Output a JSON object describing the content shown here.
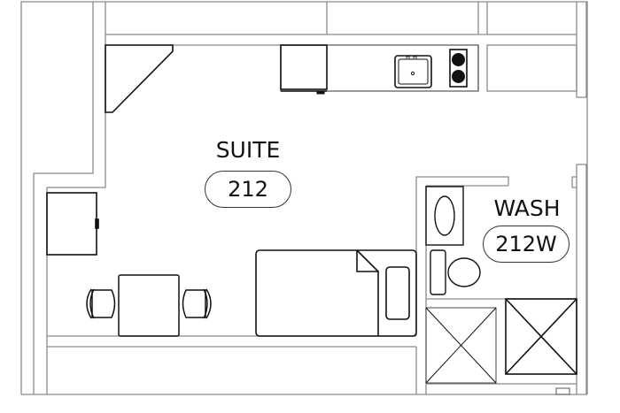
{
  "plan": {
    "colors": {
      "wall": "#8a8a8a",
      "furniture": "#111111",
      "background": "#ffffff"
    },
    "rooms": [
      {
        "name": "SUITE",
        "number": "212"
      },
      {
        "name": "WASH",
        "number": "212W"
      }
    ],
    "fixtures": [
      "corner-shelf",
      "refrigerator",
      "kitchen-counter",
      "kitchen-sink",
      "two-burner-stove",
      "wardrobe",
      "dining-table",
      "chair-left",
      "chair-right",
      "bed",
      "bed-pillow",
      "bathroom-sink",
      "toilet",
      "shower-stall",
      "closet-storage"
    ]
  }
}
